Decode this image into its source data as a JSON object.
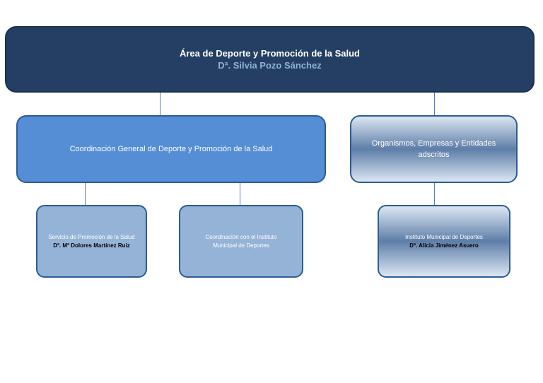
{
  "top": {
    "title": "Área de Deporte y Promoción de la Salud",
    "head": "Dª. Silvia Pozo Sánchez"
  },
  "coordination": {
    "label": "Coordinación General de Deporte y Promoción de la Salud"
  },
  "organisms": {
    "label": "Organismos, Empresas y Entidades adscritos"
  },
  "service": {
    "label": "Servicio de Promoción de la Salud",
    "person": "Dª. Mª Dolores Martínez Ruiz"
  },
  "institute_coordination": {
    "label": "Coordinación con el Instituto Municipal de Deportes"
  },
  "institute": {
    "label": "Instituto Municipal de Deportes",
    "person": "Dª. Alicia Jiménez Asuero"
  },
  "colors": {
    "top_fill": "#243f63",
    "coordination_fill": "#558ed5",
    "child_fill": "#95b3d7",
    "connector": "#4f81bd"
  }
}
